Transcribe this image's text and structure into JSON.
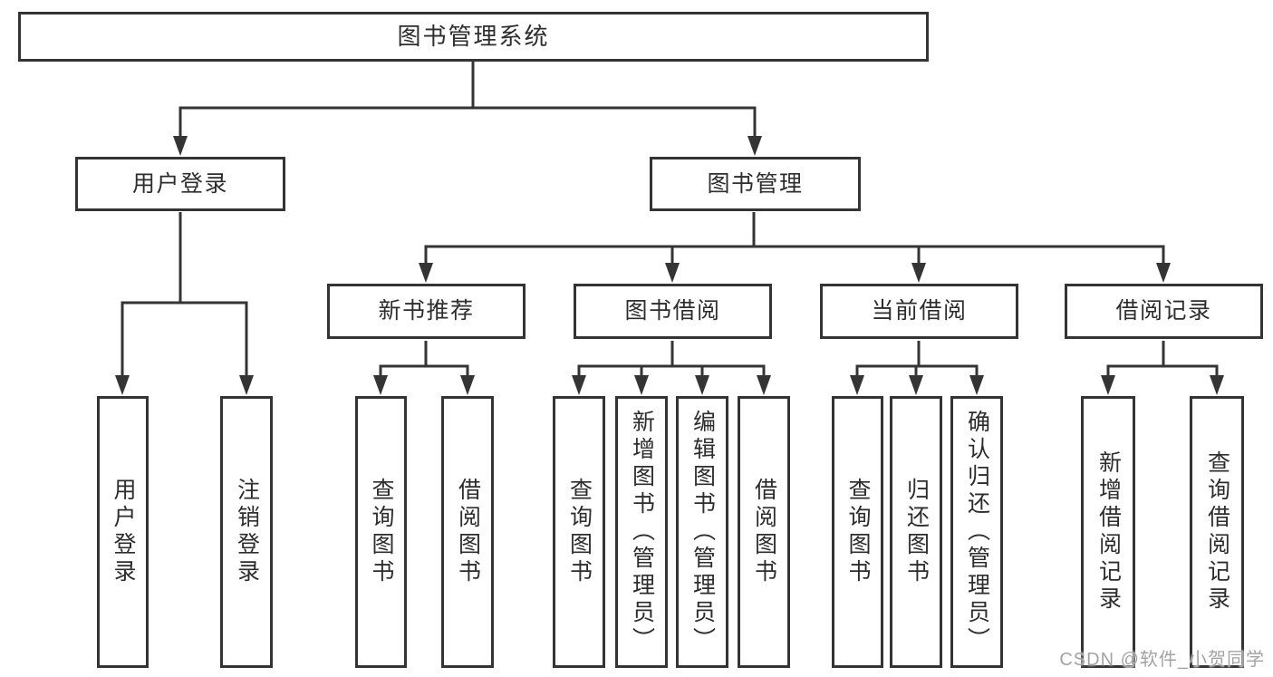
{
  "nodes": {
    "root": "图书管理系统",
    "user_login": "用户登录",
    "book_mgmt": "图书管理",
    "new_book_rec": "新书推荐",
    "book_borrow": "图书借阅",
    "current_borrow": "当前借阅",
    "borrow_record": "借阅记录",
    "leaf_user_login": "用户登录",
    "leaf_logout": "注销登录",
    "rec_query_book": "查询图书",
    "rec_borrow_book": "借阅图书",
    "bb_query_book": "查询图书",
    "bb_add_book": "新增图书（管理员）",
    "bb_edit_book": "编辑图书（管理员）",
    "bb_borrow_book": "借阅图书",
    "cb_query_book": "查询图书",
    "cb_return_book": "归还图书",
    "cb_confirm_return": "确认归还（管理员）",
    "br_add_record": "新增借阅记录",
    "br_query_record": "查询借阅记录"
  },
  "hierarchy": {
    "图书管理系统": {
      "用户登录": [
        "用户登录",
        "注销登录"
      ],
      "图书管理": {
        "新书推荐": [
          "查询图书",
          "借阅图书"
        ],
        "图书借阅": [
          "查询图书",
          "新增图书（管理员）",
          "编辑图书（管理员）",
          "借阅图书"
        ],
        "当前借阅": [
          "查询图书",
          "归还图书",
          "确认归还（管理员）"
        ],
        "借阅记录": [
          "新增借阅记录",
          "查询借阅记录"
        ]
      }
    }
  },
  "watermark": "CSDN @软件_小贺同学",
  "colors": {
    "line": "#343434",
    "box_border": "#343434",
    "box_background": "#ffffff",
    "text": "#2d2d2d",
    "watermark": "#a3a3a3",
    "page_background": "#ffffff"
  }
}
